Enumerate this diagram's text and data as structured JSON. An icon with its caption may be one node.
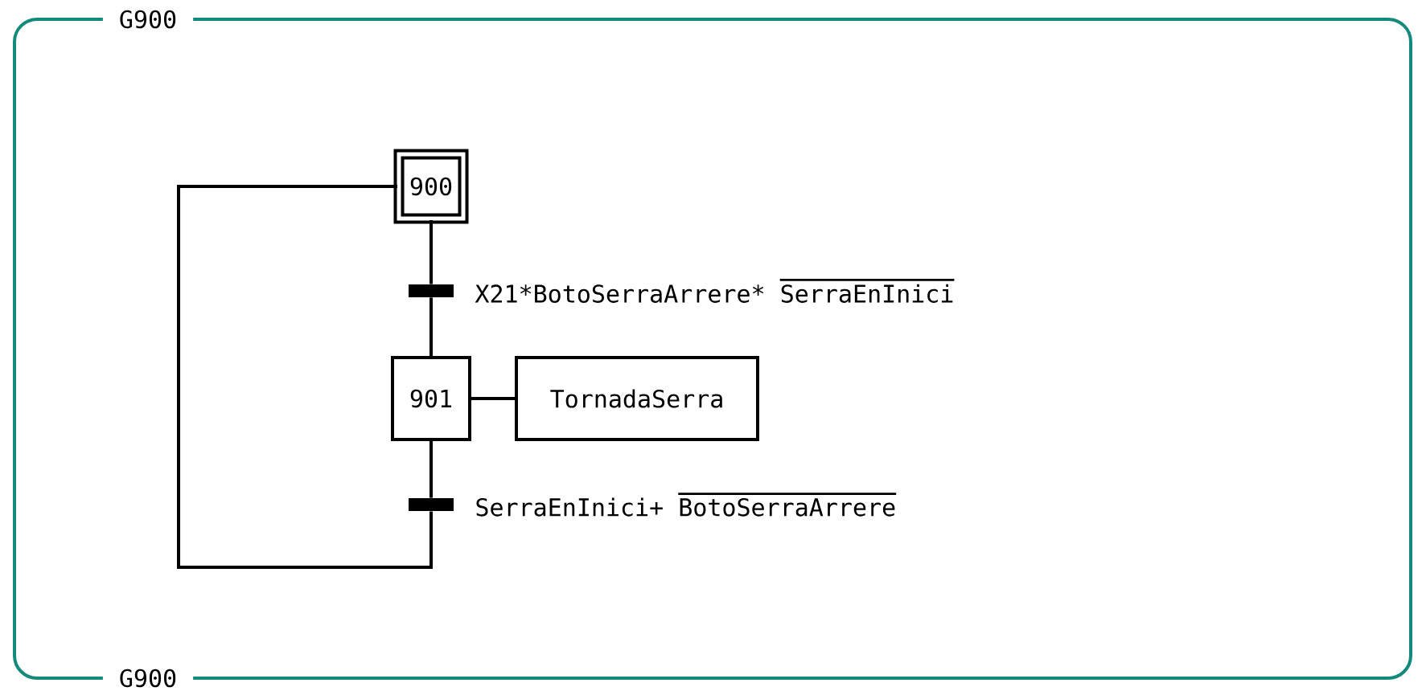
{
  "diagram": {
    "nodes": [
      {
        "text": [
          "G900",
          "G900"
        ]
      },
      {
        "text": [
          "900"
        ],
        "in": 0
      },
      {
        "text": [
          "901"
        ],
        "in": 0
      },
      {
        "text": [
          "TornadaSerra"
        ],
        "in": 0
      },
      {
        "text": [],
        "shape": "bar",
        "in": 0,
        "beside": [
          "X21*BotoSerraArrere*",
          "SerraEnInici"
        ]
      },
      {
        "text": [],
        "shape": "bar",
        "in": 0,
        "beside": [
          "SerraEnInici+",
          "BotoSerraArrere"
        ]
      }
    ],
    "edges": [
      {
        "from": 1,
        "to": 4,
        "arrow": "none"
      },
      {
        "from": 4,
        "to": 2,
        "arrow": "none"
      },
      {
        "from": 2,
        "to": 3,
        "arrow": "none"
      },
      {
        "from": 2,
        "to": 5,
        "arrow": "none"
      },
      {
        "from": 5,
        "to": 1,
        "arrow": "none"
      }
    ]
  }
}
